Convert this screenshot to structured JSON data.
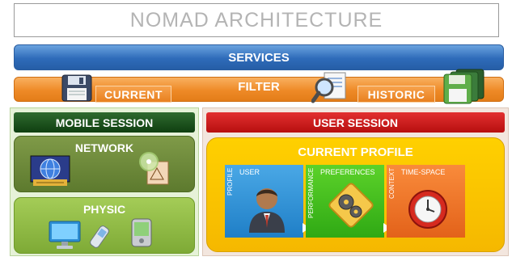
{
  "title": "NOMAD ARCHITECTURE",
  "services": {
    "label": "SERVICES"
  },
  "filter": {
    "label": "FILTER",
    "current_label": "CURRENT",
    "historic_label": "HISTORIC"
  },
  "mobile_session": {
    "header": "MOBILE SESSION",
    "network_label": "NETWORK",
    "physic_label": "PHYSIC"
  },
  "user_session": {
    "header": "USER SESSION",
    "current_profile": {
      "label": "CURRENT PROFILE",
      "tiles": [
        {
          "title": "USER",
          "side": "PROFILE",
          "icon": "user-icon"
        },
        {
          "title": "PREFERENCES",
          "side": "PERFORMANCE",
          "icon": "gears-icon"
        },
        {
          "title": "TIME-SPACE",
          "side": "CONTEXT",
          "icon": "clock-icon"
        }
      ]
    }
  },
  "colors": {
    "services": "#2e6bb9",
    "filter": "#ee8a27",
    "mobile_header": "#0f3f10",
    "user_header": "#c41818",
    "profile": "#ffd000"
  }
}
